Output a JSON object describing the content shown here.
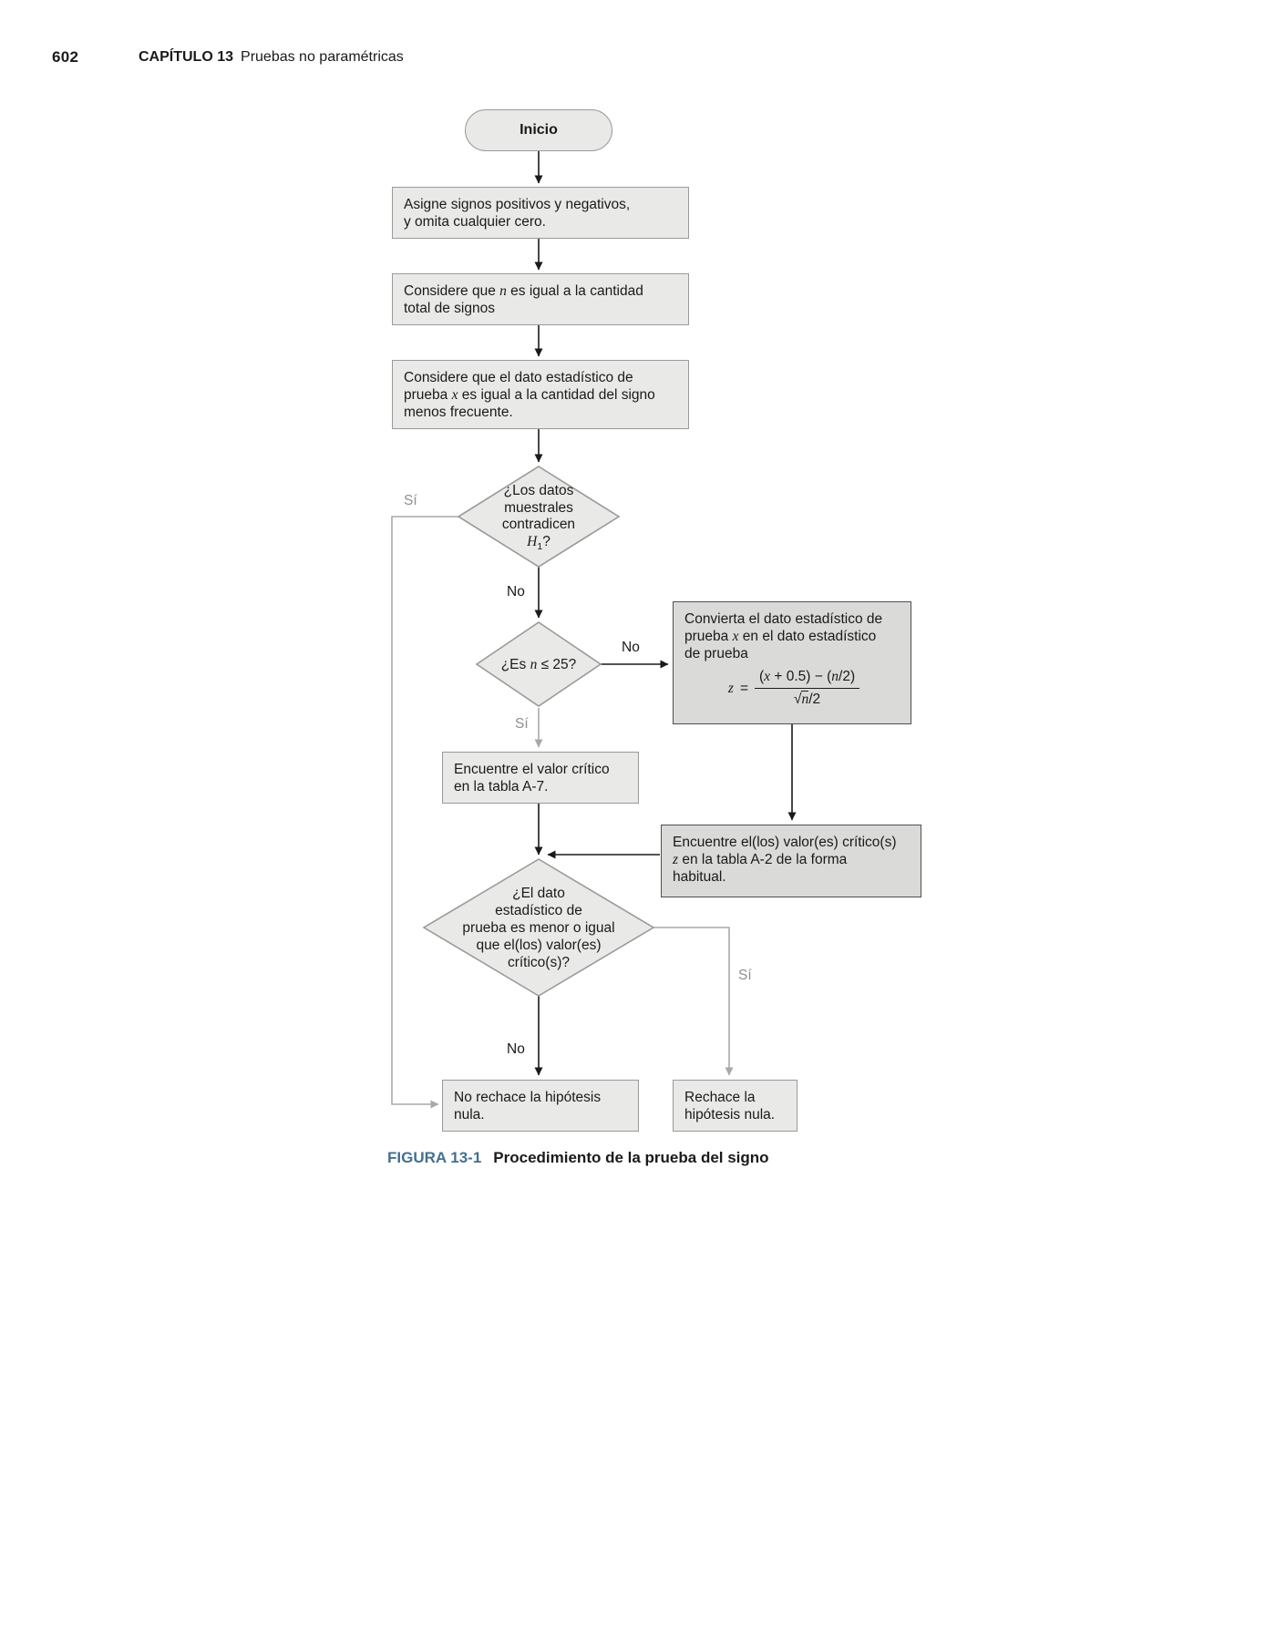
{
  "page": {
    "number": "602",
    "chapter_label": "CAPÍTULO 13",
    "chapter_title": "Pruebas no paramétricas"
  },
  "colors": {
    "box_fill": "#e9e9e8",
    "box_border": "#9a9a9a",
    "highlight_fill": "#dadad9",
    "highlight_border": "#4f4f4f",
    "black_line": "#1a1a1a",
    "gray_line": "#a8a8a8",
    "caption_label_color": "#43708e"
  },
  "flow": {
    "start": "Inicio",
    "box_assign": {
      "line1": "Asigne signos positivos y negativos,",
      "line2": "y omita cualquier cero."
    },
    "box_total": {
      "pre": "Considere que ",
      "var": "n",
      "post": " es igual a la cantidad",
      "line2": "total de signos"
    },
    "box_stat": {
      "line1": "Considere que el dato estadístico de",
      "l2pre": "prueba ",
      "l2var": "x",
      "l2post": " es igual a la cantidad del signo",
      "line3": "menos frecuente."
    },
    "d1": {
      "line1": "¿Los datos",
      "line2": "muestrales",
      "line3": "contradicen",
      "hvar": "H",
      "hsub": "1",
      "hq": "?"
    },
    "d2": {
      "pre": "¿Es ",
      "var": "n",
      "post": " ≤ 25?"
    },
    "box_convert": {
      "line1": "Convierta el dato estadístico de",
      "l2pre": "prueba ",
      "l2var": "x",
      "l2post": " en el dato estadístico",
      "line3": "de prueba",
      "formula": {
        "lhs": "z",
        "eq": "=",
        "num_p1": "(",
        "num_x": "x",
        "num_p2": " + 0.5) − (",
        "num_n": "n",
        "num_p3": "/2)",
        "den_sqrt": "√",
        "den_n": "n",
        "den_post": "/2"
      }
    },
    "box_a7": {
      "line1": "Encuentre el valor crítico",
      "line2": "en la tabla A-7."
    },
    "box_a2": {
      "line1": "Encuentre el(los) valor(es) crítico(s)",
      "l2var": "z",
      "l2post": " en la tabla A-2 de la forma",
      "line3": "habitual."
    },
    "d3": {
      "line1": "¿El dato",
      "line2": "estadístico de",
      "line3": "prueba es menor o igual",
      "line4": "que el(los) valor(es)",
      "line5": "crítico(s)?"
    },
    "box_noreject": {
      "line1": "No rechace la hipótesis",
      "line2": "nula."
    },
    "box_reject": {
      "line1": "Rechace la",
      "line2": "hipótesis nula."
    },
    "labels": {
      "yes1": "Sí",
      "no1": "No",
      "no2": "No",
      "yes2": "Sí",
      "yes3": "Sí",
      "no3": "No"
    }
  },
  "caption": {
    "label": "FIGURA 13-1",
    "text": "Procedimiento de la prueba del signo"
  }
}
